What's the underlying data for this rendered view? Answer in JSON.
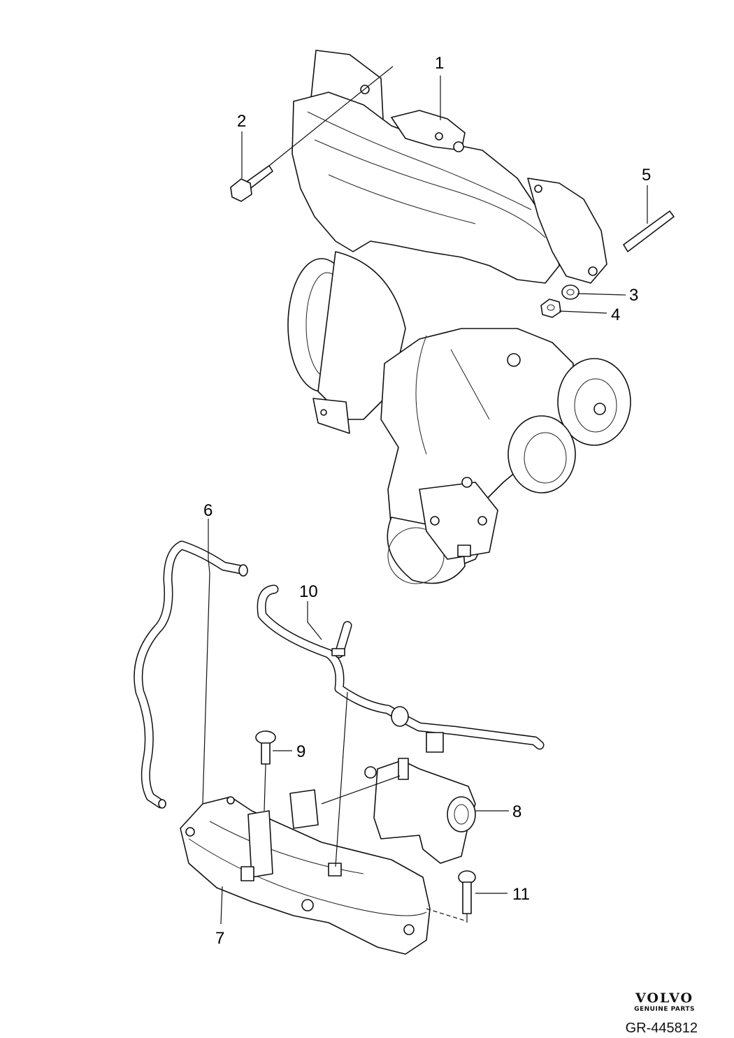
{
  "callouts": {
    "c1": "1",
    "c2": "2",
    "c3": "3",
    "c4": "4",
    "c5": "5",
    "c6": "6",
    "c7": "7",
    "c8": "8",
    "c9": "9",
    "c10": "10",
    "c11": "11"
  },
  "brand": {
    "name": "VOLVO",
    "tagline": "GENUINE PARTS"
  },
  "reference_code": "GR-445812"
}
